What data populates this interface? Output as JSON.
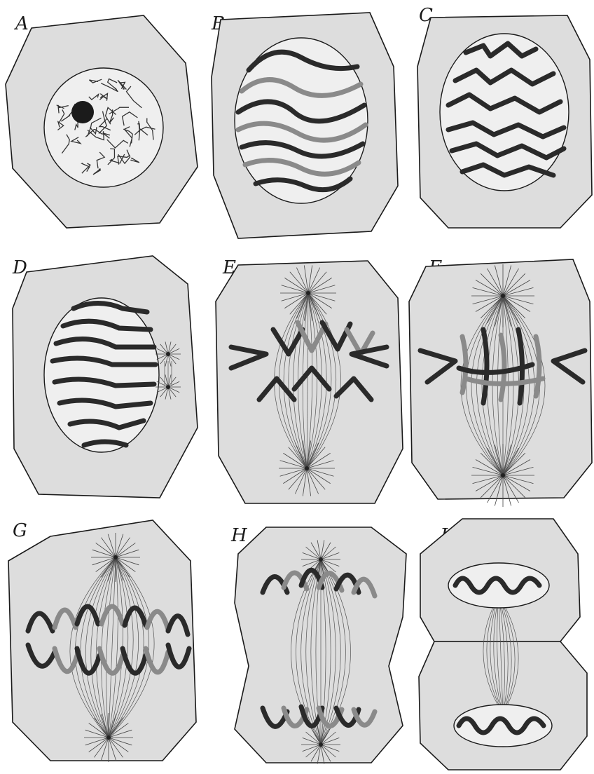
{
  "figure": {
    "panels": [
      {
        "id": "A",
        "label": "A",
        "stage_icon": "resting-nucleus-icon"
      },
      {
        "id": "B",
        "label": "B",
        "stage_icon": "thread-nucleus-icon"
      },
      {
        "id": "C",
        "label": "C",
        "stage_icon": "thick-thread-nucleus-icon"
      },
      {
        "id": "D",
        "label": "D",
        "stage_icon": "nucleus-with-aster-icon"
      },
      {
        "id": "E",
        "label": "E",
        "stage_icon": "spindle-chromosomes-icon"
      },
      {
        "id": "F",
        "label": "F",
        "stage_icon": "equatorial-plate-icon"
      },
      {
        "id": "G",
        "label": "G",
        "stage_icon": "separating-chromosomes-icon"
      },
      {
        "id": "H",
        "label": "H",
        "stage_icon": "anaphase-icon"
      },
      {
        "id": "J",
        "label": "J",
        "stage_icon": "cell-division-icon"
      }
    ],
    "colors": {
      "cytoplasm": "#dddddd",
      "nucleus": "#efefef",
      "chromosome_dark": "#2a2a2a",
      "chromosome_grey": "#8a8a8a",
      "outline": "#1a1a1a"
    }
  }
}
